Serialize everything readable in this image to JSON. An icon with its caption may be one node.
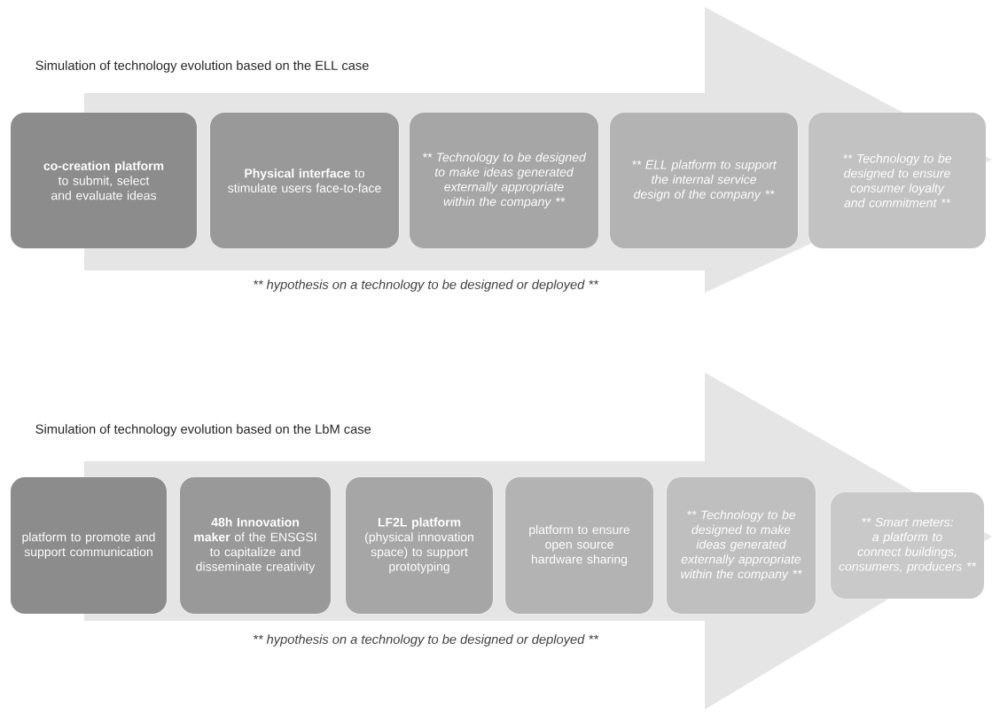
{
  "diagram": {
    "nodes": [
      {
        "text": [
          "**co-creation platform** to submit, select and evaluate ideas"
        ]
      },
      {
        "text": [
          "**Physical interface** to stimulate users face-to-face"
        ]
      },
      {
        "text": [
          "** Technology to be designed to make ideas generated externally appropriate within the company **"
        ]
      },
      {
        "text": [
          "** ELL platform to support the internal service design of the company **"
        ]
      },
      {
        "text": [
          "** Technology to be designed to ensure consumer loyalty and commitment **"
        ]
      },
      {
        "text": [
          "platform to promote and support communication"
        ]
      },
      {
        "text": [
          "**48h Innovation maker** of the ENSGSI to capitalize and disseminate creativity"
        ]
      },
      {
        "text": [
          "**LF2L platform** (physical innovation space) to support prototyping"
        ]
      },
      {
        "text": [
          "platform to ensure open source hardware sharing"
        ]
      },
      {
        "text": [
          "** Technology to be designed to make ideas generated externally appropriate within the company **"
        ]
      },
      {
        "text": [
          "** Smart meters: a platform to connect buildings, consumers, producers **"
        ]
      }
    ],
    "edges": [
      {
        "from": 0,
        "to": 4,
        "arrow": "to",
        "style": "thick"
      },
      {
        "from": 5,
        "to": 10,
        "arrow": "to",
        "style": "thick"
      }
    ],
    "labels": [
      "Simulation of technology evolution based on the ELL case",
      "** hypothesis on a technology to be designed or deployed **",
      "Simulation of technology evolution based on the LbM case",
      "** hypothesis on a technology to be designed or deployed **"
    ]
  }
}
